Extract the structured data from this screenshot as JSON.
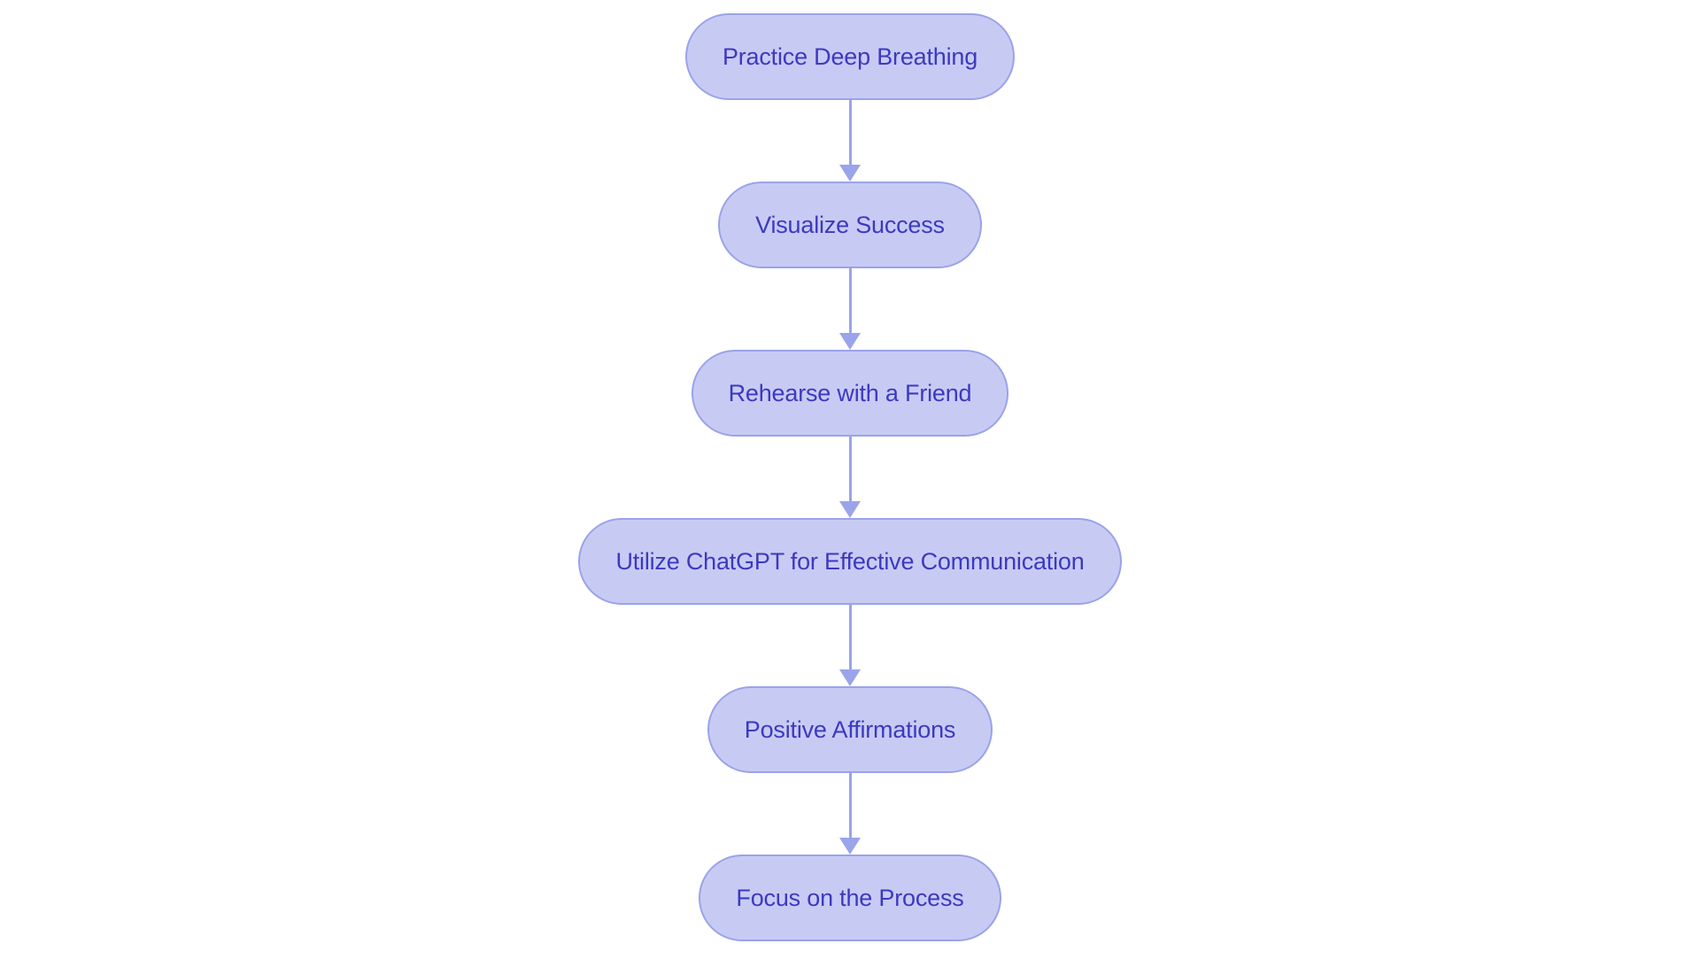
{
  "flowchart": {
    "type": "flowchart",
    "direction": "top-to-bottom",
    "steps": [
      {
        "id": "step-1",
        "label": "Practice Deep Breathing"
      },
      {
        "id": "step-2",
        "label": "Visualize Success"
      },
      {
        "id": "step-3",
        "label": "Rehearse with a Friend"
      },
      {
        "id": "step-4",
        "label": "Utilize ChatGPT for Effective Communication"
      },
      {
        "id": "step-5",
        "label": "Positive Affirmations"
      },
      {
        "id": "step-6",
        "label": "Focus on the Process"
      }
    ],
    "connections": [
      {
        "from": "step-1",
        "to": "step-2"
      },
      {
        "from": "step-2",
        "to": "step-3"
      },
      {
        "from": "step-3",
        "to": "step-4"
      },
      {
        "from": "step-4",
        "to": "step-5"
      },
      {
        "from": "step-5",
        "to": "step-6"
      }
    ],
    "colors": {
      "node_fill": "#c7cbf4",
      "node_border": "#9aa3e8",
      "node_text": "#3d39c0",
      "arrow": "#9aa4ea",
      "background": "#ffffff"
    }
  }
}
